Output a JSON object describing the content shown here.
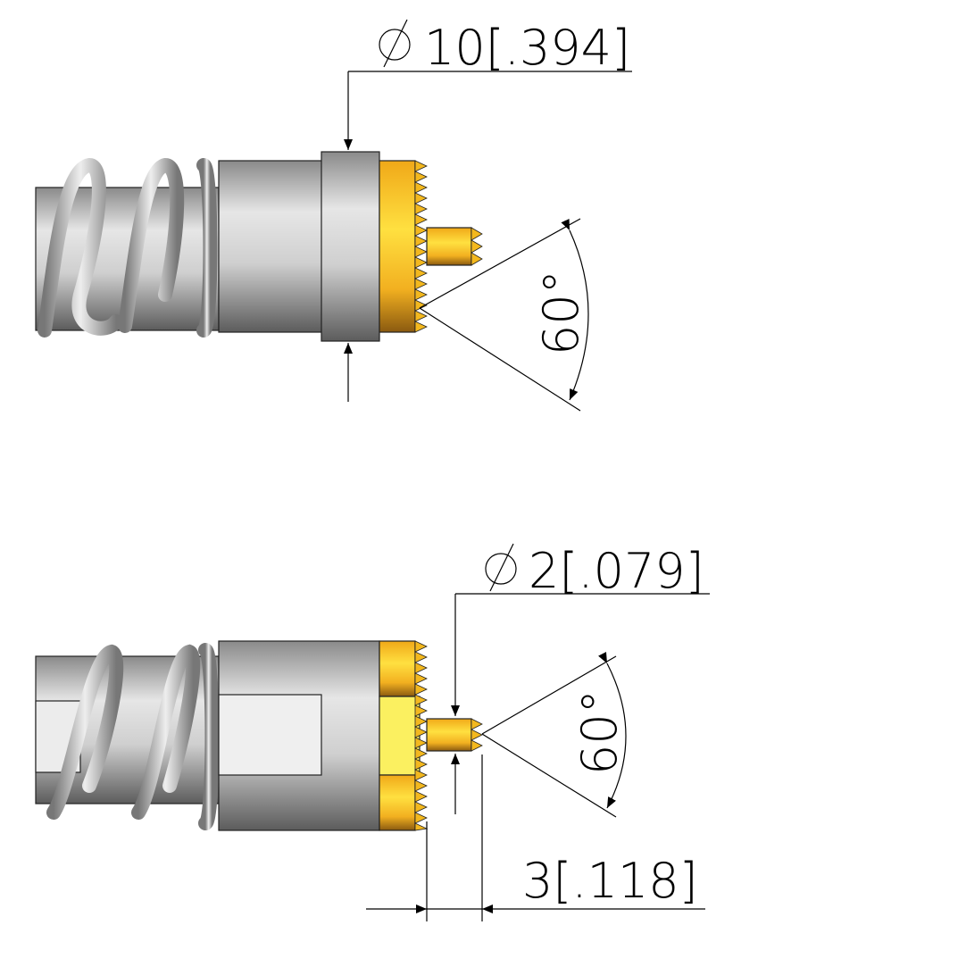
{
  "top_view": {
    "diameter_dim": {
      "symbol": "⌀",
      "value": "10[.394]"
    },
    "angle_dim": {
      "value": "60°"
    }
  },
  "bottom_view": {
    "diameter_dim": {
      "symbol": "⌀",
      "value": "2[.079]"
    },
    "angle_dim": {
      "value": "60°"
    },
    "length_dim": {
      "value": "3[.118]"
    }
  },
  "colors": {
    "steel": "#c8c8c8",
    "gold": "#f5b820",
    "yellow": "#fbf060",
    "spring": "#b8b8b8"
  }
}
